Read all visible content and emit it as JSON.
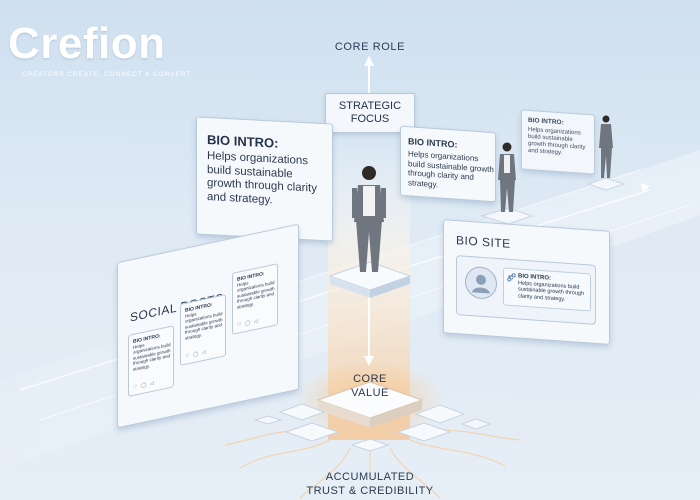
{
  "brand": {
    "name": "Crefion",
    "tagline": "Creators Create, Connect & Convert"
  },
  "diagram": {
    "top_label": "CORE ROLE",
    "focus_box": {
      "line1": "STRATEGIC",
      "line2": "FOCUS"
    },
    "bio_intro_card": {
      "title": "BIO INTRO:",
      "body": "Helps organizations build sustainable growth through clarity and strategy."
    },
    "bio_intro_card_mid": {
      "title": "BIO INTRO:",
      "body": "Helps organizations build sustainable growth through clarity and strategy."
    },
    "bio_intro_card_far": {
      "title": "BIO INTRO:",
      "body": "Helps organizations build sustainable growth through clarity and strategy."
    },
    "bio_site": {
      "title": "BIO SITE",
      "inner_title": "BIO INTRO:",
      "inner_body": "Helps organizations build sustainable growth through clarity and strategy."
    },
    "social_posts": {
      "title": "SOCIAL POSTS",
      "posts": [
        {
          "title": "BIO INTRO:",
          "body": "Helps organizations build sustainable growth through clarity and strategy."
        },
        {
          "title": "BIO INTRO:",
          "body": "Helps organizations build sustainable growth through clarity and strategy."
        },
        {
          "title": "BIO INTRO:",
          "body": "Helps organizations build sustainable growth through clarity and strategy."
        }
      ]
    },
    "core_value": {
      "line1": "CORE",
      "line2": "VALUE"
    },
    "foundation": {
      "line1": "ACCUMULATED",
      "line2": "TRUST & CREDIBILITY"
    }
  },
  "colors": {
    "background_top": "#cfe0ef",
    "glow": "#f3c79a",
    "card_border": "#b9cadb",
    "text": "#2b3a4d"
  }
}
